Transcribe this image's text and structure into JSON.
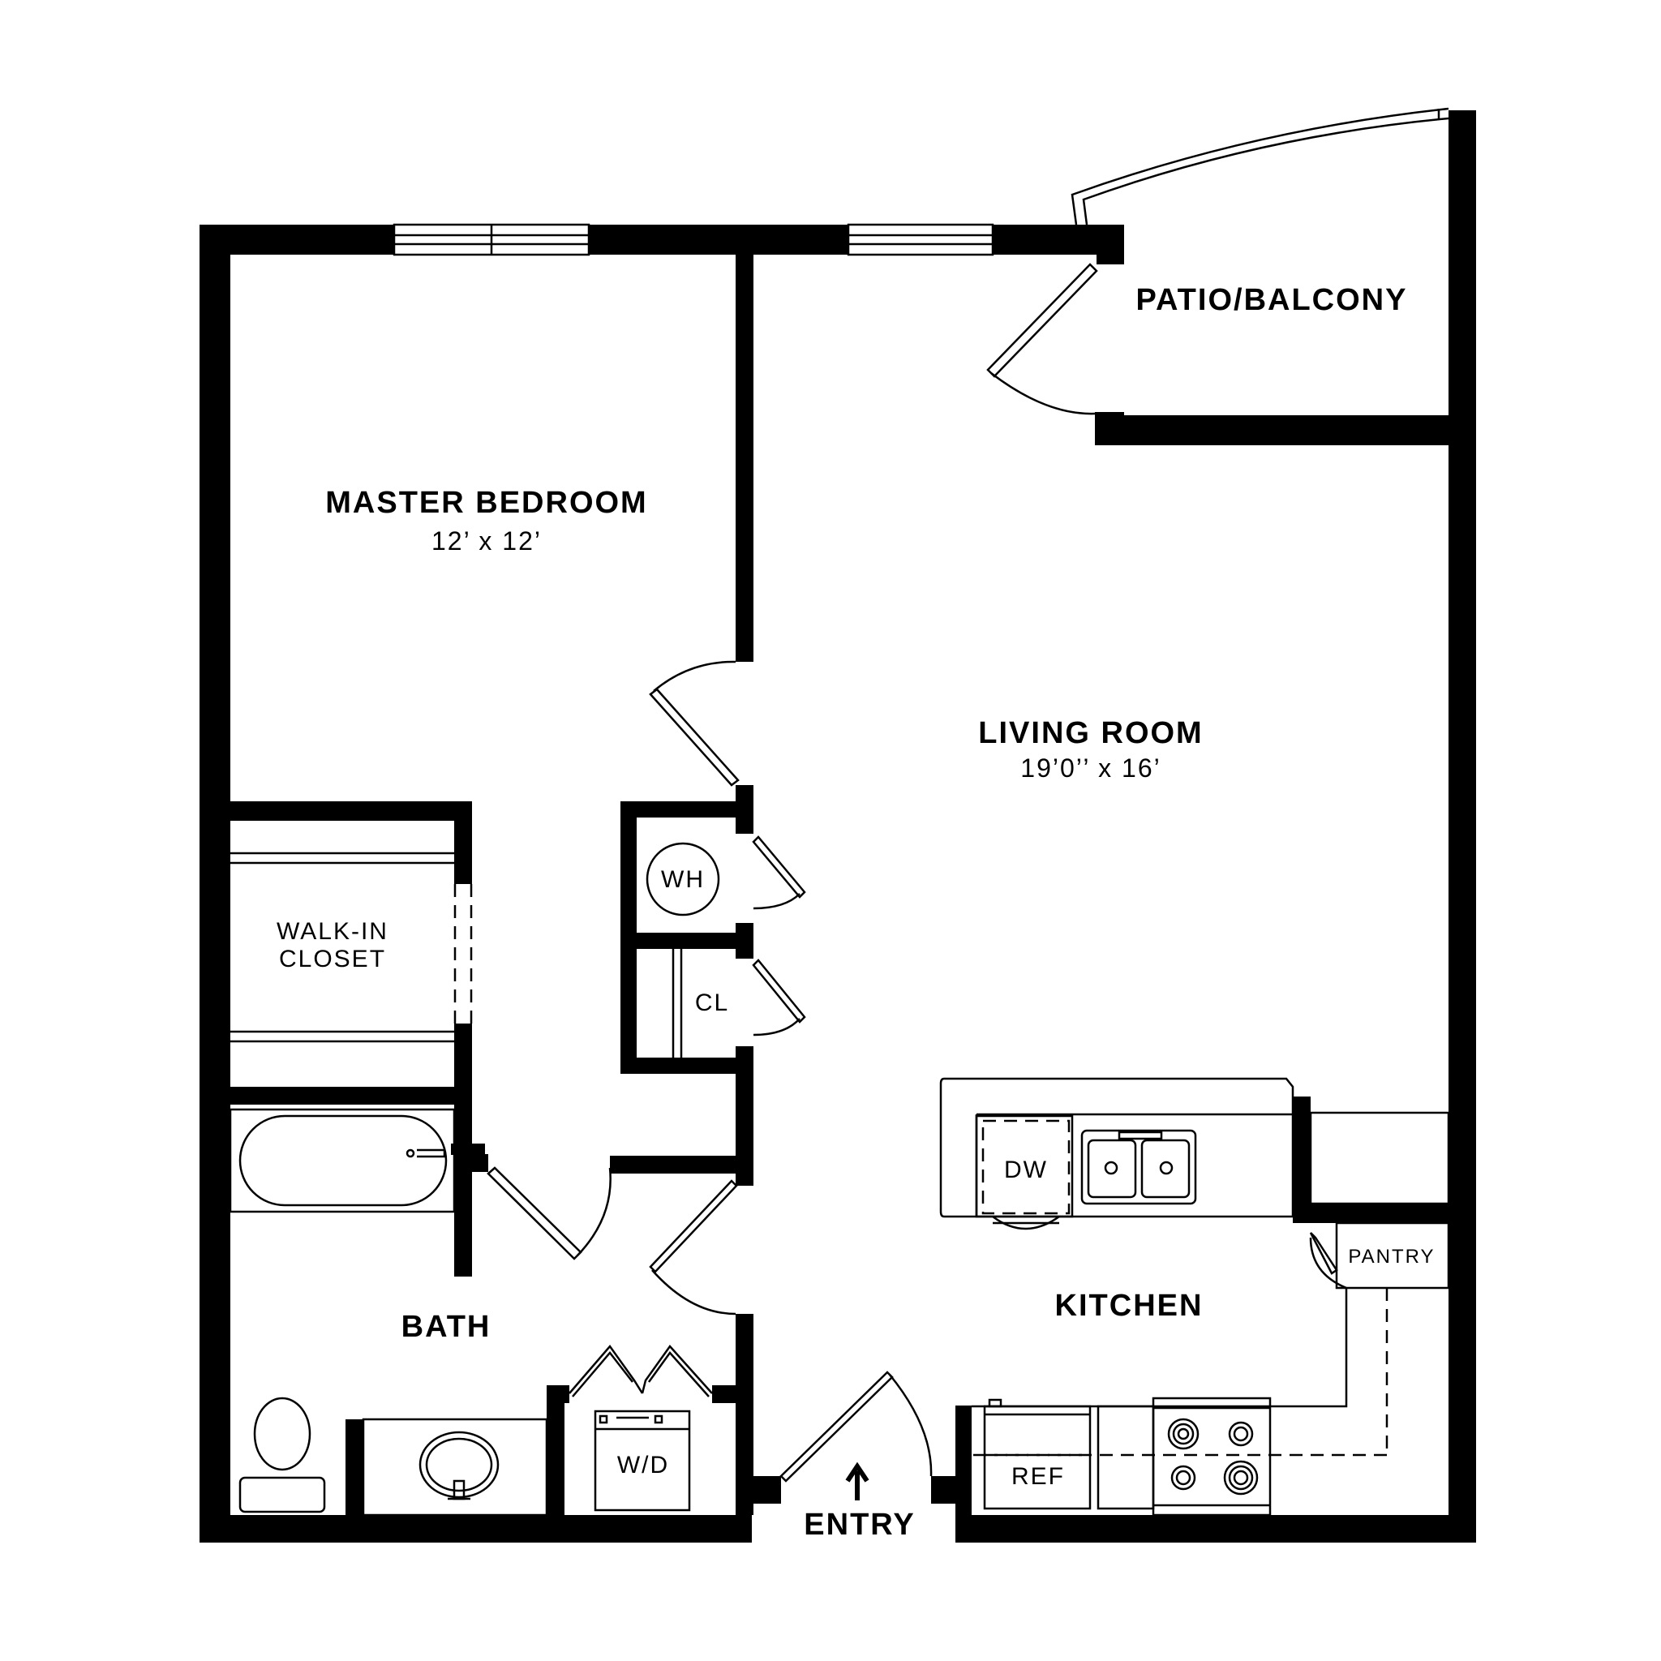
{
  "rooms": {
    "master_bedroom": {
      "name": "MASTER BEDROOM",
      "size": "12’ x 12’"
    },
    "living_room": {
      "name": "LIVING ROOM",
      "size": "19’0’’ x 16’"
    },
    "patio": {
      "name": "PATIO/BALCONY"
    },
    "walk_in_closet": {
      "line1": "WALK-IN",
      "line2": "CLOSET"
    },
    "bath": {
      "name": "BATH"
    },
    "kitchen": {
      "name": "KITCHEN"
    },
    "pantry": {
      "name": "PANTRY"
    },
    "entry": {
      "name": "ENTRY"
    }
  },
  "fixtures": {
    "water_heater": "WH",
    "closet": "CL",
    "dishwasher": "DW",
    "washer_dryer": "W/D",
    "refrigerator": "REF"
  }
}
